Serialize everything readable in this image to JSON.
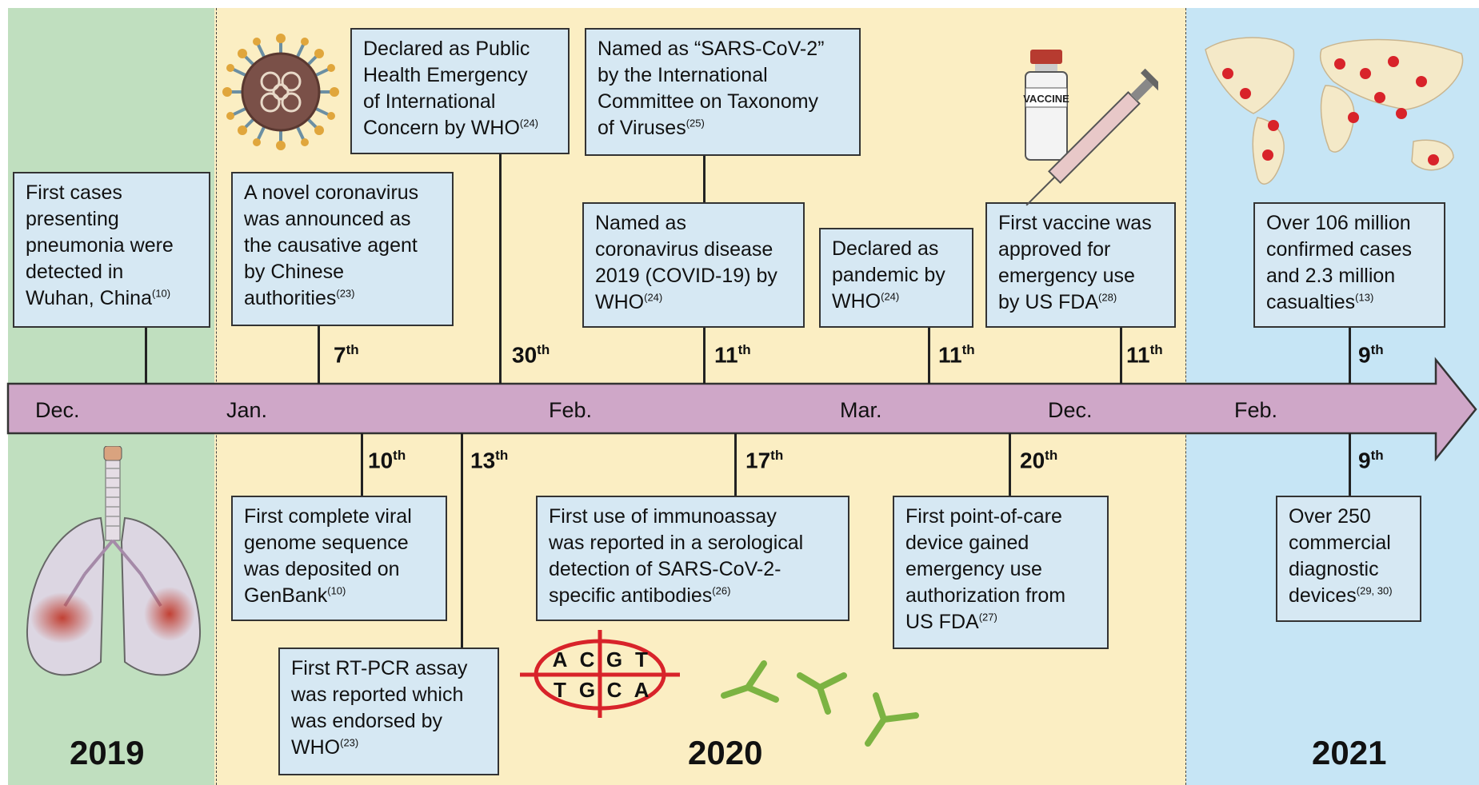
{
  "years": [
    "2019",
    "2020",
    "2021"
  ],
  "months": [
    "Dec.",
    "Jan.",
    "Feb.",
    "Mar.",
    "Dec.",
    "Feb."
  ],
  "events_top": [
    {
      "date": "7",
      "suffix": "th",
      "lines": [
        "A novel coronavirus",
        "was announced as",
        "the causative agent",
        "by Chinese",
        "authorities"
      ],
      "ref": "(23)"
    },
    {
      "date": "30",
      "suffix": "th",
      "lines": [
        "Declared as Public",
        "Health Emergency",
        "of International",
        "Concern by WHO"
      ],
      "ref": "(24)"
    },
    {
      "date": "11",
      "suffix": "th",
      "lines": [
        "Named as",
        "coronavirus disease",
        "2019 (COVID-19) by",
        "WHO"
      ],
      "ref": "(24)"
    },
    {
      "date": "",
      "suffix": "",
      "lines": [
        "Named as “SARS-CoV-2”",
        "by the International",
        "Committee on Taxonomy",
        "of Viruses"
      ],
      "ref": "(25)"
    },
    {
      "date": "11",
      "suffix": "th",
      "lines": [
        "Declared as",
        "pandemic by",
        "WHO"
      ],
      "ref": "(24)"
    },
    {
      "date": "11",
      "suffix": "th",
      "lines": [
        "First vaccine was",
        "approved for",
        "emergency use",
        "by US FDA"
      ],
      "ref": "(28)"
    },
    {
      "date": "9",
      "suffix": "th",
      "lines": [
        "Over 106 million",
        "confirmed cases",
        "and 2.3 million",
        "casualties"
      ],
      "ref": "(13)"
    },
    {
      "date": "",
      "suffix": "",
      "lines": [
        "First cases",
        "presenting",
        "pneumonia were",
        "detected in",
        "Wuhan, China"
      ],
      "ref": "(10)"
    }
  ],
  "events_bottom": [
    {
      "date": "10",
      "suffix": "th",
      "lines": [
        "First complete viral",
        "genome sequence",
        "was deposited on",
        "GenBank"
      ],
      "ref": "(10)"
    },
    {
      "date": "13",
      "suffix": "th",
      "lines": [
        "First RT-PCR assay",
        "was reported which",
        "was endorsed by",
        "WHO"
      ],
      "ref": "(23)"
    },
    {
      "date": "17",
      "suffix": "th",
      "lines": [
        "First use of immunoassay",
        "was reported in a serological",
        "detection of SARS-CoV-2-",
        "specific antibodies"
      ],
      "ref": "(26)"
    },
    {
      "date": "20",
      "suffix": "th",
      "lines": [
        "First point-of-care",
        "device gained",
        "emergency use",
        "authorization from",
        "US FDA"
      ],
      "ref": "(27)"
    },
    {
      "date": "9",
      "suffix": "th",
      "lines": [
        "Over 250",
        "commercial",
        "diagnostic",
        "devices"
      ],
      "ref": "(29, 30)"
    }
  ],
  "dna_letters": [
    "A",
    "C",
    "G",
    "T",
    "T",
    "G",
    "C",
    "A"
  ],
  "vaccine_label": "VACCINE",
  "illustrations": [
    "virus-icon",
    "lungs-icon",
    "dna-sequence-icon",
    "antibody-icon",
    "vaccine-syringe-icon",
    "world-map-icon"
  ],
  "colors": {
    "arrow": "#cfa7c8",
    "green": "#c0dfbf",
    "yellow": "#fbeec3",
    "blue": "#c6e5f5",
    "box": "#d6e8f3",
    "red": "#d8232a",
    "antibody": "#7cb342"
  }
}
